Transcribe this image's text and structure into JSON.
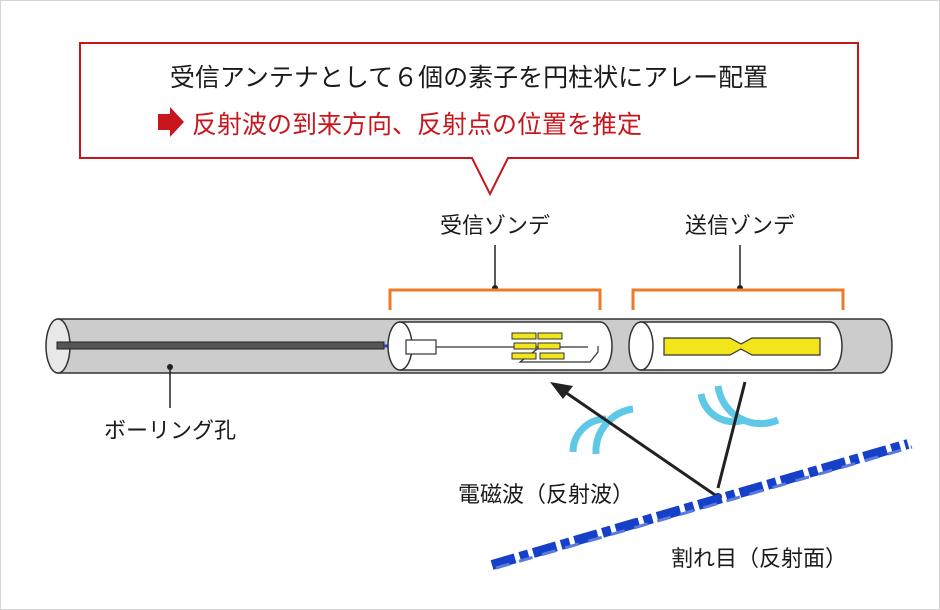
{
  "callout": {
    "line1": "受信アンテナとして６個の素子を円柱状にアレー配置",
    "line2": "反射波の到来方向、反射点の位置を推定"
  },
  "labels": {
    "receiver_sonde": "受信ゾンデ",
    "transmitter_sonde": "送信ゾンデ",
    "borehole": "ボーリング孔",
    "em_wave": "電磁波（反射波）",
    "fracture": "割れ目（反射面）"
  },
  "colors": {
    "callout_border": "#c8161d",
    "callout_accent": "#c8161d",
    "bracket": "#ec7a26",
    "antenna_element": "#f2e61a",
    "wave": "#5ec8e6",
    "fracture": "#1640c8",
    "tube_fill": "#cccccc",
    "rod": "#555555",
    "cable": "#2a3cc8"
  }
}
